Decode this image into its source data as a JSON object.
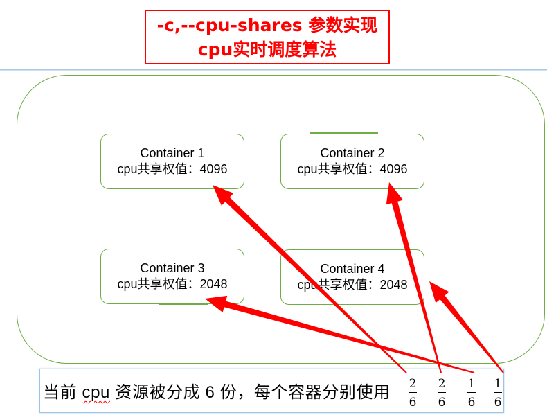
{
  "colors": {
    "title_text": "#FF0000",
    "title_border": "#FF0000",
    "arrow_red": "#FF0000",
    "container_border": "#70AD47",
    "divider_blue": "#9DC3E6",
    "caption_border": "#9DC3E6",
    "spell_red": "#FF0000"
  },
  "title": {
    "line1": "-c,--cpu-shares 参数实现",
    "line2": "cpu实时调度算法"
  },
  "containers": [
    {
      "name": "Container 1",
      "shares_label": "cpu共享权值：",
      "shares": 4096
    },
    {
      "name": "Container 2",
      "shares_label": "cpu共享权值：",
      "shares": 4096
    },
    {
      "name": "Container 3",
      "shares_label": "cpu共享权值：",
      "shares": 2048
    },
    {
      "name": "Container 4",
      "shares_label": "cpu共享权值：",
      "shares": 2048
    }
  ],
  "caption": {
    "before": "当前 ",
    "underlined_word": "cpu",
    "after": " 资源被分成 6 份，每个容器分别使用"
  },
  "fractions": [
    {
      "numerator": 2,
      "denominator": 6
    },
    {
      "numerator": 2,
      "denominator": 6
    },
    {
      "numerator": 1,
      "denominator": 6
    },
    {
      "numerator": 1,
      "denominator": 6
    }
  ]
}
